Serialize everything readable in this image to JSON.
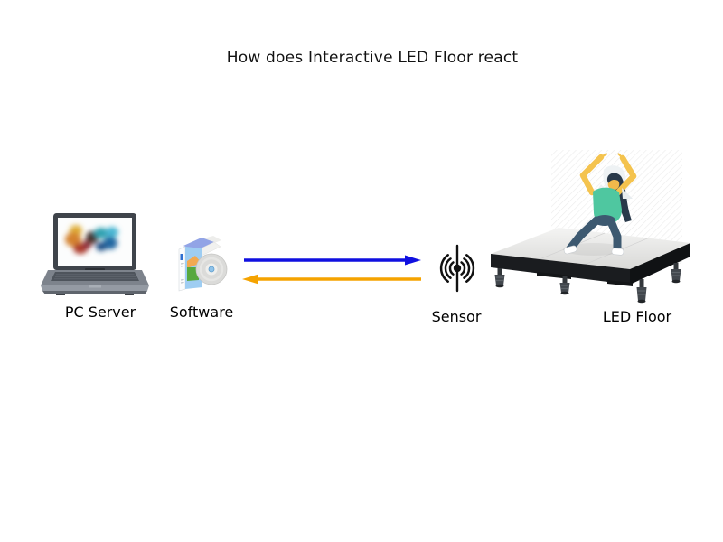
{
  "title": "How does Interactive LED Floor react",
  "nodes": {
    "pc_server": {
      "label": "PC Server",
      "icon": "laptop-icon"
    },
    "software": {
      "label": "Software",
      "icon": "software-box-icon"
    },
    "sensor": {
      "label": "Sensor",
      "icon": "signal-antenna-icon"
    },
    "led_floor": {
      "label": "LED Floor",
      "icon": "led-dance-floor-icon"
    }
  },
  "arrows": {
    "forward": {
      "from": "Software",
      "to": "Sensor",
      "direction": "right",
      "color": "#1010e0"
    },
    "return": {
      "from": "Sensor",
      "to": "Software",
      "direction": "left",
      "color": "#f5a300"
    }
  },
  "colors": {
    "background": "#ffffff",
    "text": "#111111",
    "arrow_forward": "#1010e0",
    "arrow_return": "#f5a300",
    "platform_top": "#e9e9e7",
    "platform_side": "#17191c",
    "dancer_shirt": "#4fc7a0",
    "dancer_pants": "#3d5970",
    "dancer_skin": "#f2b94b",
    "software_box": "#9ecdf2",
    "laptop_body": "#7d838c"
  }
}
